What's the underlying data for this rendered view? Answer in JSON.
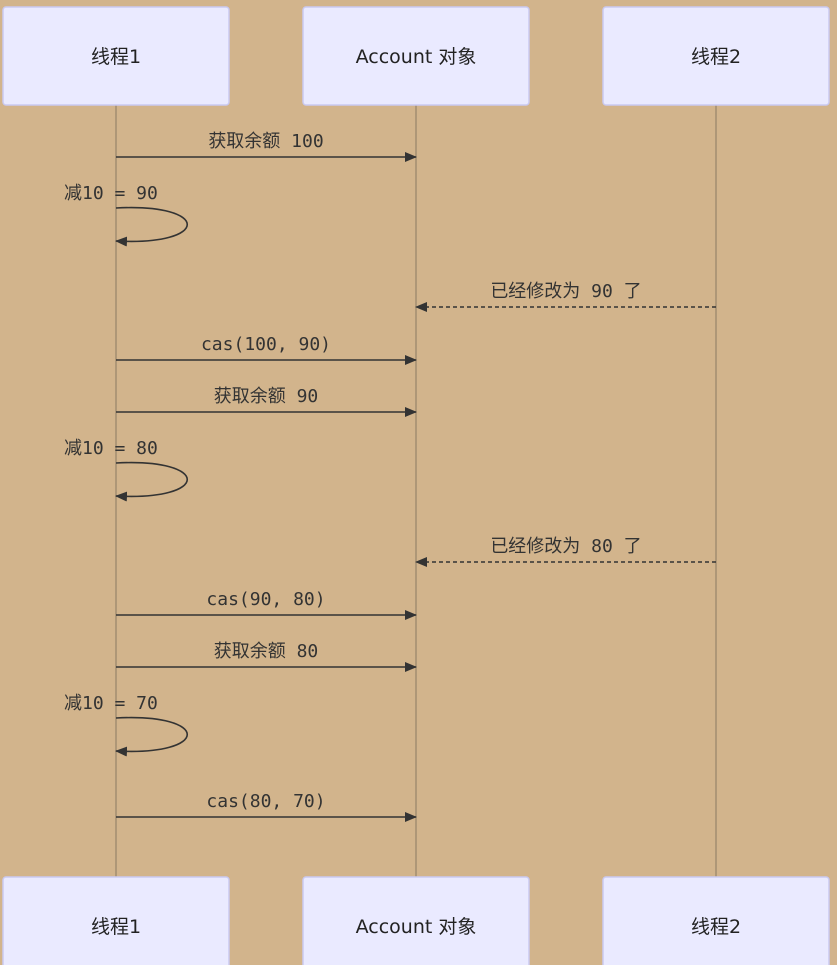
{
  "actors": [
    {
      "id": "t1",
      "label": "线程1"
    },
    {
      "id": "acc",
      "label": "Account 对象"
    },
    {
      "id": "t2",
      "label": "线程2"
    }
  ],
  "messages": [
    {
      "from": "t1",
      "to": "acc",
      "text": "获取余额 100",
      "style": "solid"
    },
    {
      "from": "t1",
      "to": "t1",
      "text": "减10 = 90",
      "style": "self"
    },
    {
      "from": "t2",
      "to": "acc",
      "text": "已经修改为 90 了",
      "style": "dashed"
    },
    {
      "from": "t1",
      "to": "acc",
      "text": "cas(100, 90)",
      "style": "solid"
    },
    {
      "from": "t1",
      "to": "acc",
      "text": "获取余额 90",
      "style": "solid"
    },
    {
      "from": "t1",
      "to": "t1",
      "text": "减10 = 80",
      "style": "self"
    },
    {
      "from": "t2",
      "to": "acc",
      "text": "已经修改为 80 了",
      "style": "dashed"
    },
    {
      "from": "t1",
      "to": "acc",
      "text": "cas(90, 80)",
      "style": "solid"
    },
    {
      "from": "t1",
      "to": "acc",
      "text": "获取余额 80",
      "style": "solid"
    },
    {
      "from": "t1",
      "to": "t1",
      "text": "减10 = 70",
      "style": "self"
    },
    {
      "from": "t1",
      "to": "acc",
      "text": "cas(80, 70)",
      "style": "solid"
    }
  ]
}
